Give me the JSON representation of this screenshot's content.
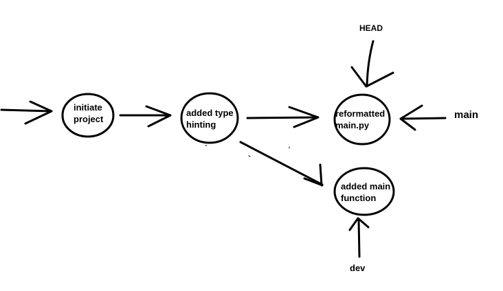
{
  "diagram": {
    "commits": [
      {
        "id": "c1",
        "label": "initiate\nproject"
      },
      {
        "id": "c2",
        "label": "added type\nhinting"
      },
      {
        "id": "c3",
        "label": "reformatted\nmain.py"
      },
      {
        "id": "c4",
        "label": "added main\nfunction"
      }
    ],
    "refs": {
      "head": "HEAD",
      "main": "main",
      "dev": "dev"
    },
    "colors": {
      "ink": "#000000",
      "background": "#ffffff"
    }
  }
}
